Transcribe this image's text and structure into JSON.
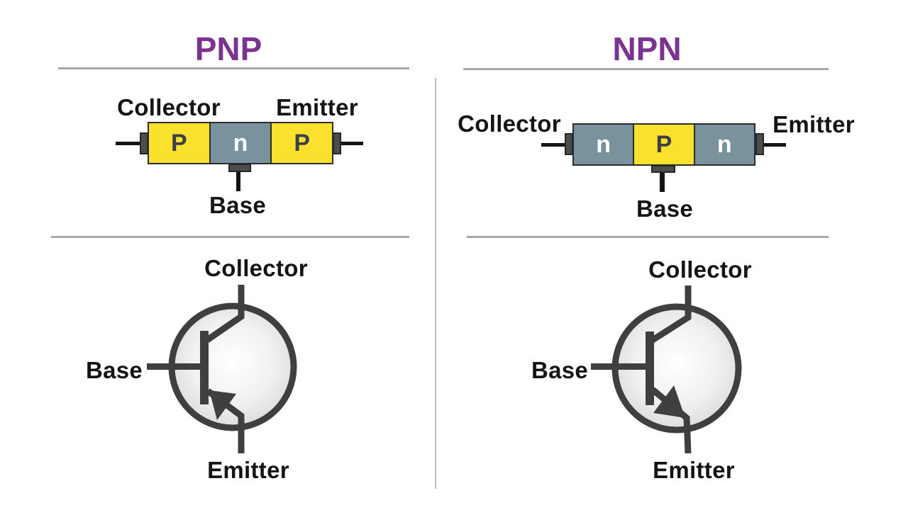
{
  "columns": [
    {
      "title": "PNP",
      "block_diagram": {
        "collector_label": "Collector",
        "emitter_label": "Emitter",
        "base_label": "Base",
        "segments": [
          {
            "label": "P",
            "type": "p"
          },
          {
            "label": "n",
            "type": "n"
          },
          {
            "label": "P",
            "type": "p"
          }
        ]
      },
      "symbol": {
        "collector_label": "Collector",
        "base_label": "Base",
        "emitter_label": "Emitter",
        "arrow_direction": "inward-toward-base"
      }
    },
    {
      "title": "NPN",
      "block_diagram": {
        "collector_label": "Collector",
        "emitter_label": "Emitter",
        "base_label": "Base",
        "segments": [
          {
            "label": "n",
            "type": "n"
          },
          {
            "label": "P",
            "type": "p"
          },
          {
            "label": "n",
            "type": "n"
          }
        ]
      },
      "symbol": {
        "collector_label": "Collector",
        "base_label": "Base",
        "emitter_label": "Emitter",
        "arrow_direction": "outward-away-from-base"
      }
    }
  ],
  "colors": {
    "title_purple": "#7A3391",
    "p_region_yellow": "#F9E12D",
    "n_region_gray": "#7A929D",
    "terminal_stub_gray": "#4D4D4D",
    "wire_black": "#141414",
    "symbol_stroke": "#3F3F3F",
    "divider_gray": "#A8A8A8",
    "label_text": "#141414"
  }
}
